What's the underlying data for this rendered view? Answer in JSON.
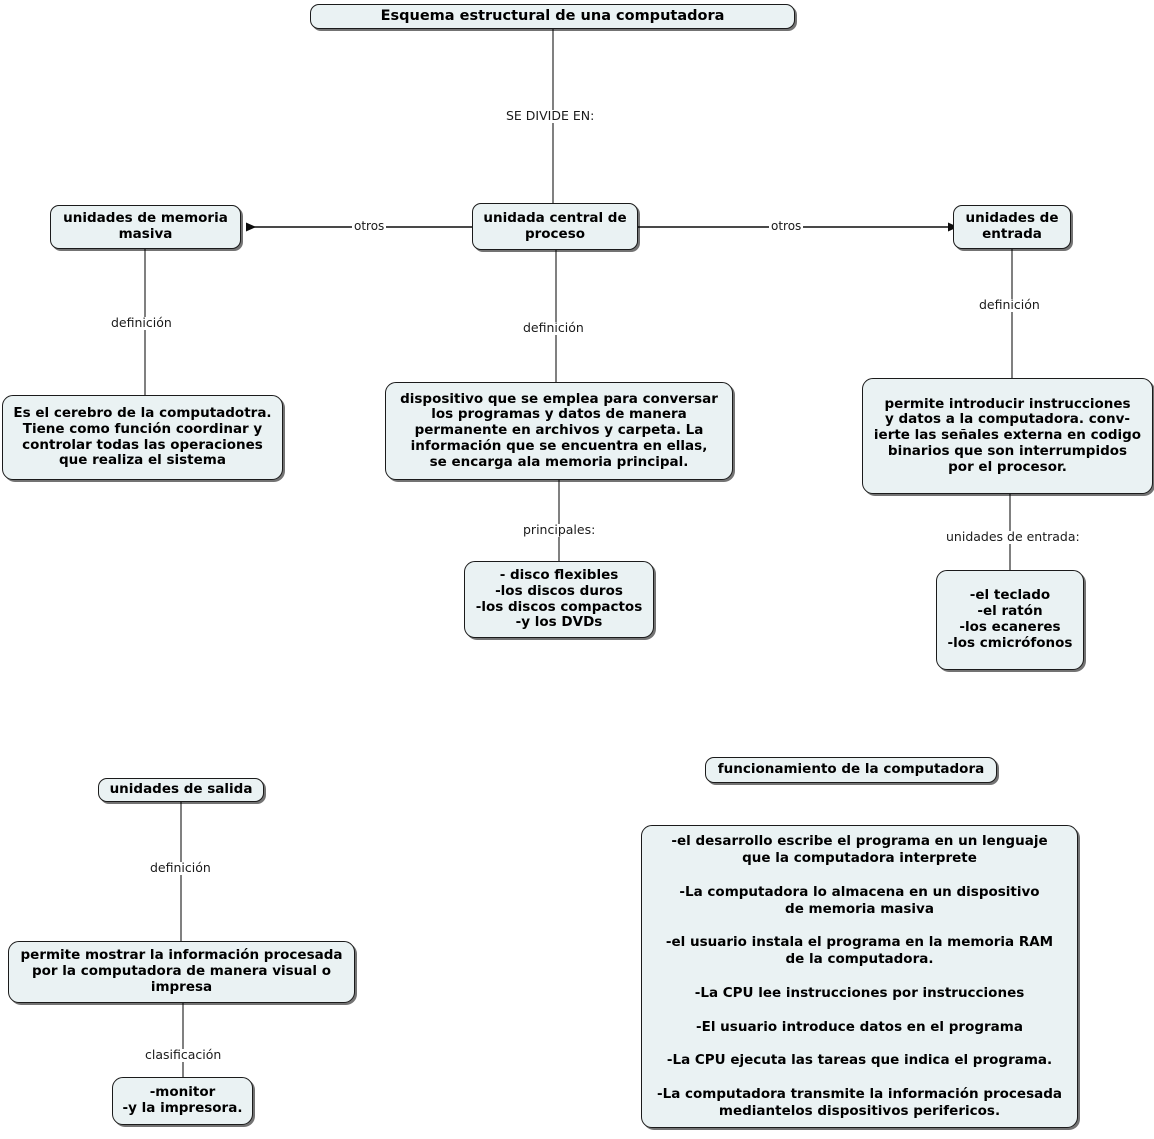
{
  "diagram": {
    "title": "Esquema estructural de una computadora",
    "nodes": {
      "root": "Esquema estructural de una computadora",
      "cpu": "unidada central de\nproceso",
      "memoria_masiva": "unidades de memoria\nmasiva",
      "entrada": "unidades de\nentrada",
      "def_memoria": "Es el cerebro de la computadotra.\nTiene como función coordinar y\ncontrolar todas las operaciones\nque realiza el sistema",
      "def_cpu": "dispositivo que se emplea para conversar\nlos programas y datos de manera\npermanente en archivos y carpeta. La\ninformación que se encuentra en ellas,\nse encarga ala memoria principal.",
      "def_entrada": "permite introducir instrucciones\ny datos a la computadora. conv-\nierte las señales externa en codigo\nbinarios que son interrumpidos\npor el procesor.",
      "principales_lista": "- disco flexibles\n-los discos duros\n-los discos compactos\n-y los DVDs",
      "entrada_lista": "-el teclado\n-el ratón\n-los ecaneres\n-los cmicrófonos",
      "salida": "unidades de salida",
      "def_salida": "permite mostrar la información procesada\npor la computadora de manera visual o\nimpresa",
      "salida_lista": "-monitor\n-y la impresora.",
      "funcionamiento": "funcionamiento de la computadora",
      "funcionamiento_pasos": "-el desarrollo escribe el programa en un lenguaje\nque la computadora interprete\n\n-La computadora lo almacena en un dispositivo\nde memoria masiva\n\n-el usuario instala el programa en la memoria RAM\nde la computadora.\n\n-La CPU lee instrucciones por instrucciones\n\n-El usuario introduce datos en el programa\n\n-La CPU ejecuta las tareas que indica el programa.\n\n-La computadora transmite la información procesada\nmediantelos dispositivos perifericos."
    },
    "edge_labels": {
      "se_divide_en": "SE DIVIDE EN:",
      "otros_izquierda": "otros",
      "otros_derecha": "otros",
      "definicion_memoria": "definición",
      "definicion_cpu": "definición",
      "definicion_entrada": "definición",
      "principales": "principales:",
      "unidades_de_entrada": "unidades de entrada:",
      "definicion_salida": "definición",
      "clasificacion": "clasificación"
    },
    "colors": {
      "node_fill": "#eaf2f3",
      "node_border": "#1b1b1b",
      "link_line": "#4a4a4a",
      "text": "#000000",
      "background": "#ffffff"
    }
  }
}
